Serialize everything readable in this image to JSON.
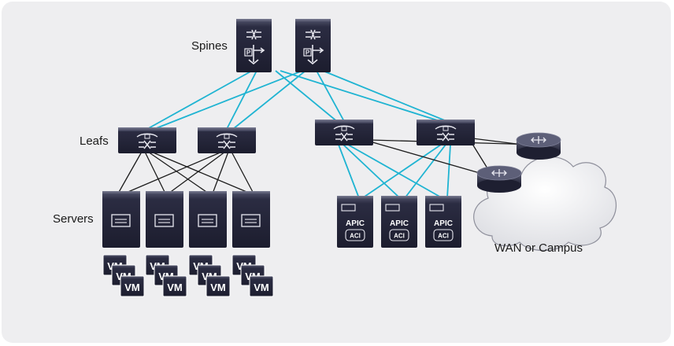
{
  "labels": {
    "spines": "Spines",
    "leafs": "Leafs",
    "servers": "Servers",
    "wan": "WAN or Campus"
  },
  "device_text": {
    "vm": "VM",
    "apic": "APIC",
    "aci": "ACI",
    "spine_badge": "P"
  },
  "colors": {
    "fabric_link": "#1fb4d2",
    "access_link": "#1c1c1c",
    "device_dark": "#23243a",
    "device_light": "#4a4c66",
    "background": "#eeeef0"
  }
}
